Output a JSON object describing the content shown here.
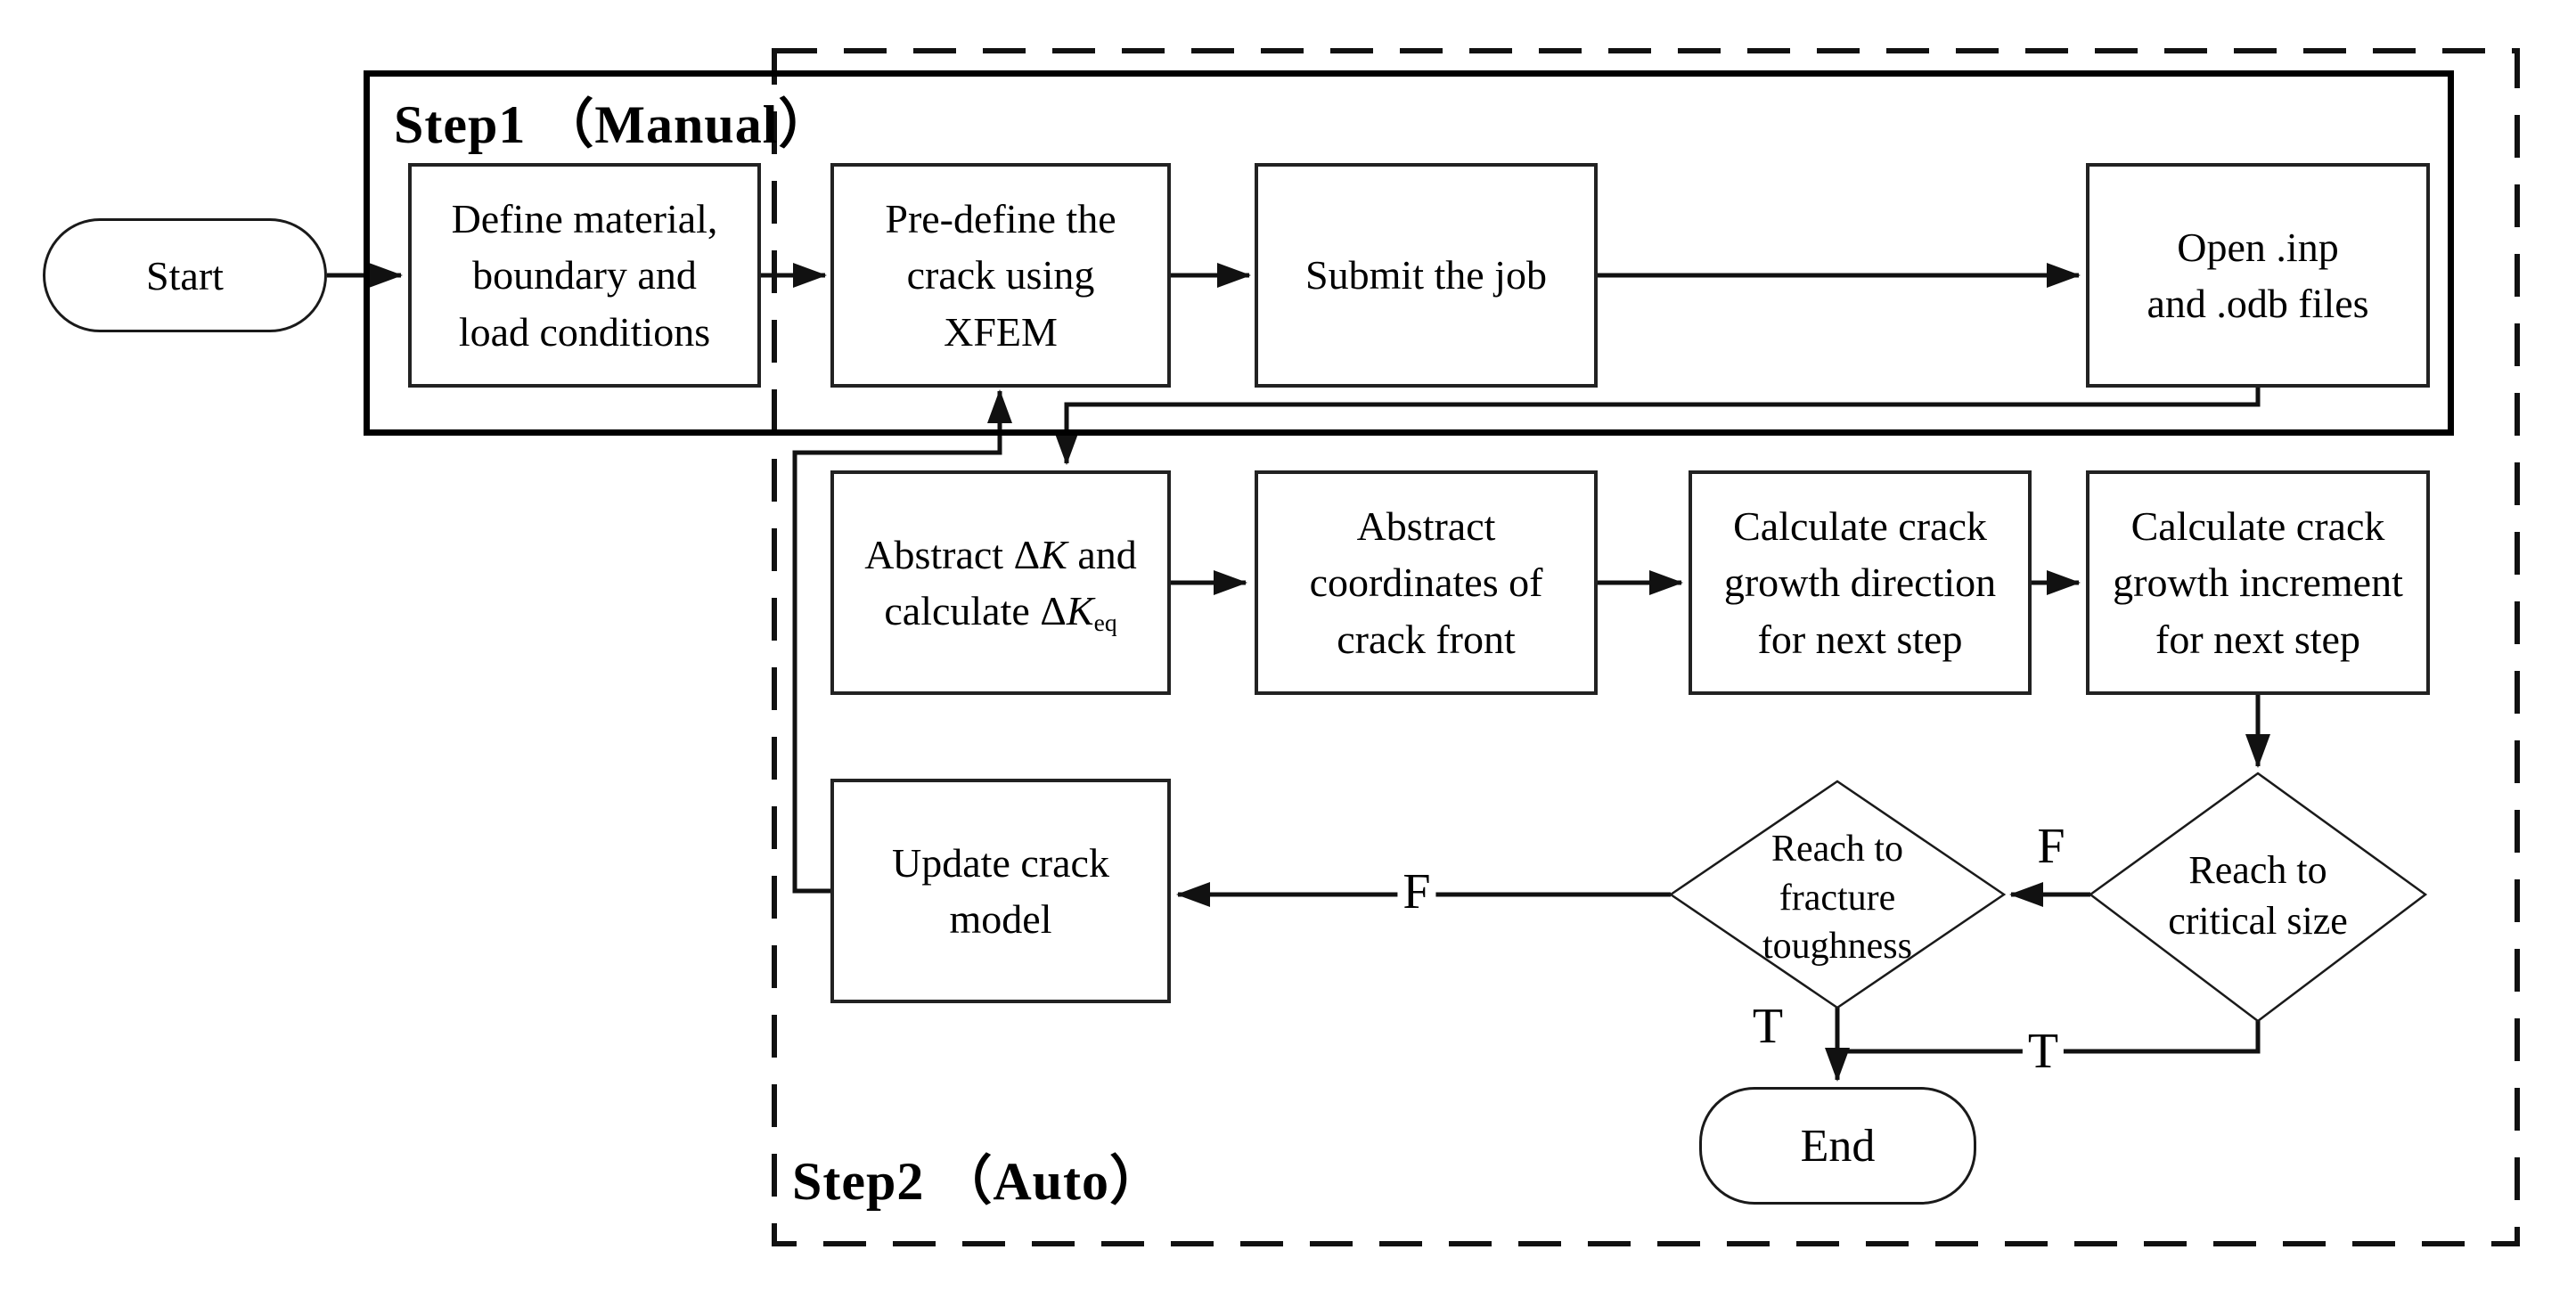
{
  "diagram": {
    "regions": {
      "step1_title": "Step1 （Manual）",
      "step2_title": "Step2 （Auto）"
    },
    "nodes": {
      "start": {
        "label": "Start"
      },
      "define": {
        "lines": [
          "Define material,",
          "boundary and",
          "load conditions"
        ]
      },
      "predefine": {
        "lines": [
          "Pre-define the",
          "crack using",
          "XFEM"
        ]
      },
      "submit": {
        "lines": [
          "Submit the job"
        ]
      },
      "open_files": {
        "lines": [
          "Open .inp",
          "and .odb files"
        ]
      },
      "abstract_dk": {
        "l1a": "Abstract Δ",
        "l1b": "K",
        "l1c": " and",
        "l2a": "calculate Δ",
        "l2b": "K",
        "l2sub": "eq"
      },
      "abstract_coords": {
        "lines": [
          "Abstract",
          "coordinates of",
          "crack front"
        ]
      },
      "calc_direction": {
        "lines": [
          "Calculate crack",
          "growth direction",
          "for next step"
        ]
      },
      "calc_increment": {
        "lines": [
          "Calculate crack",
          "growth increment",
          "for next step"
        ]
      },
      "reach_critical": {
        "lines": [
          "Reach to",
          "critical size"
        ]
      },
      "reach_toughness": {
        "lines": [
          "Reach to",
          "fracture",
          "toughness"
        ]
      },
      "update_model": {
        "lines": [
          "Update crack",
          "model"
        ]
      },
      "end": {
        "label": "End"
      }
    },
    "edge_labels": {
      "f_to_update": "F",
      "f_between_diamonds": "F",
      "t_to_end": "T",
      "t_junction": "T"
    },
    "colors": {
      "line": "#111111",
      "box_border": "#222222",
      "background": "#ffffff"
    }
  }
}
